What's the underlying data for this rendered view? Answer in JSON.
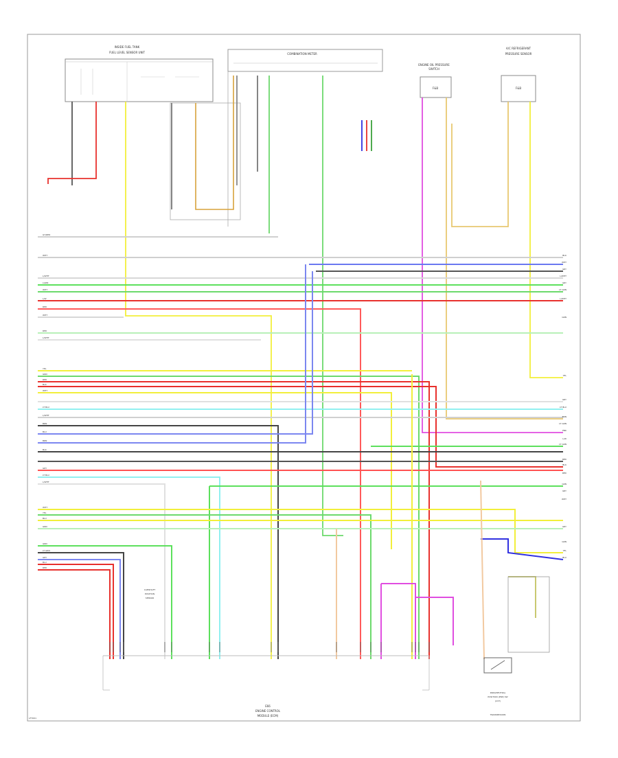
{
  "diagram": {
    "page_ref": "LF7001",
    "ecm": {
      "number": "E66",
      "line1": "ENGINE CONTROL",
      "line2": "MODULE (ECM)"
    },
    "components": {
      "fuel_tank": {
        "line1": "INSIDE FUEL TANK",
        "line2": "FUEL LEVEL SENSOR UNIT"
      },
      "combination_meter": {
        "title": "COMBINATION METER"
      },
      "sensor_a": {
        "line1": "ENGINE OIL PRESSURE",
        "line2": "SWITCH",
        "box": "F&B"
      },
      "sensor_b": {
        "line1": "A/C REFRIGERANT",
        "line2": "PRESSURE SENSOR",
        "box": "F&B"
      },
      "sensor_c": {
        "line1": "CAMSHAFT",
        "line2": "POSITION",
        "line3": "SENSOR"
      },
      "park_neutral": {
        "line1": "PARK/NEUTRAL",
        "line2": "POSITION (PNP) SW",
        "line3": "(CVT)"
      },
      "transmission": "TRANSMISSION"
    },
    "left_wire_labels": [
      "GY/RED",
      "WHT",
      "L/WHT",
      "LGRN",
      "WHT",
      "L/W",
      "RED",
      "WHT",
      "RED",
      "L/WHT",
      "YEL",
      "GRN",
      "RED",
      "BLK",
      "WHT",
      "LT BLU",
      "L/WHT",
      "BRN",
      "BLU",
      "BRN",
      "BLK",
      "GRY",
      "LT BLU",
      "L/WHT",
      "WHT",
      "YEL",
      "BLU",
      "GRN",
      "GRN",
      "LT GRN",
      "GRY",
      "BLU",
      "RED"
    ],
    "right_wire_labels": [
      "BLK",
      "WHT",
      "GRY",
      "L/WHT",
      "GRY",
      "LT GRN",
      "L/WHT",
      "GRN",
      "YEL",
      "GRY",
      "LT BLU",
      "BRN",
      "LT GRN",
      "PNK",
      "L/W",
      "LT GRN",
      "RED",
      "BLK",
      "RED",
      "GRN",
      "GRY",
      "WHT",
      "GRY",
      "GRN",
      "YEL",
      "BLU"
    ]
  }
}
